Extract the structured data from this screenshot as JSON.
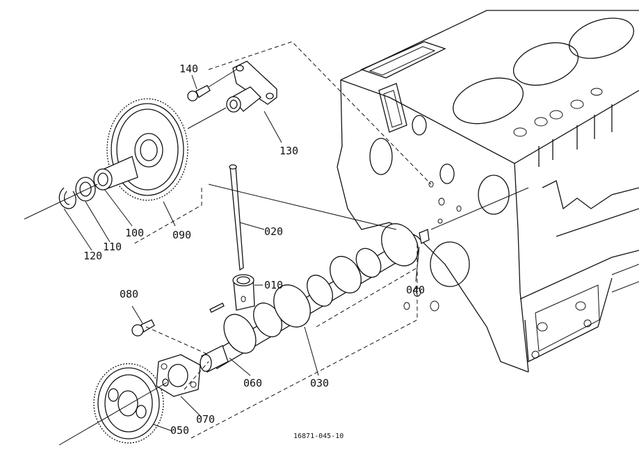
{
  "diagram": {
    "drawing_code": "16871-045-10",
    "parts": [
      {
        "id": "010",
        "label": "010"
      },
      {
        "id": "020",
        "label": "020"
      },
      {
        "id": "030",
        "label": "030"
      },
      {
        "id": "040",
        "label": "040"
      },
      {
        "id": "050",
        "label": "050"
      },
      {
        "id": "060",
        "label": "060"
      },
      {
        "id": "070",
        "label": "070"
      },
      {
        "id": "080",
        "label": "080"
      },
      {
        "id": "090",
        "label": "090"
      },
      {
        "id": "100",
        "label": "100"
      },
      {
        "id": "110",
        "label": "110"
      },
      {
        "id": "120",
        "label": "120"
      },
      {
        "id": "130",
        "label": "130"
      },
      {
        "id": "140",
        "label": "140"
      }
    ]
  }
}
